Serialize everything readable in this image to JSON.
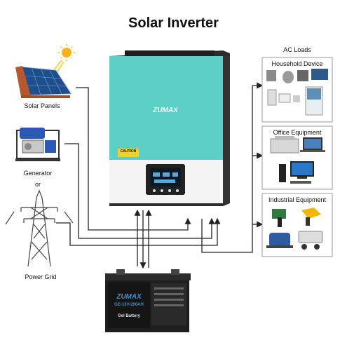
{
  "title": "Solar Inverter",
  "sources": [
    {
      "name": "solar-panels",
      "label": "Solar Panels"
    },
    {
      "name": "generator",
      "label": "Generator"
    },
    {
      "name": "or",
      "label": "or"
    },
    {
      "name": "power-grid",
      "label": "Power Grid"
    }
  ],
  "loads": {
    "heading": "AC Loads",
    "groups": [
      {
        "label": "Household Device"
      },
      {
        "label": "Office Equipment"
      },
      {
        "label": "Industrial Equipment"
      }
    ]
  },
  "inverter": {
    "brand": "ZUMAX",
    "caution": "CAUTION"
  },
  "battery": {
    "brand": "ZUMAX",
    "model": "GE-12V-200AH",
    "type": "Gel Battery"
  },
  "colors": {
    "inverter_teal": "#5ccfc6",
    "line": "#222222",
    "battery_body": "#1e1e1e",
    "battery_label": "#3f8fd0"
  }
}
